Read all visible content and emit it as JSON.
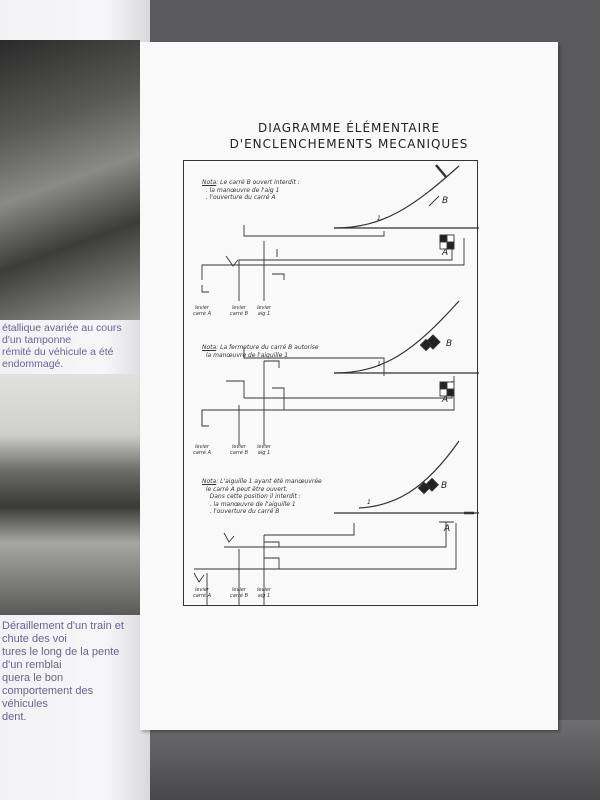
{
  "left_page": {
    "caption_top": [
      "étallique avariée au cours d'un tamponne",
      "rémité du véhicule a été endommagé."
    ],
    "caption_bottom": [
      "Déraillement d'un train et chute des voi",
      "tures le long de la pente d'un remblai",
      "quera le bon comportement des véhicules",
      "dent."
    ]
  },
  "right_page": {
    "title_line1": "DIAGRAMME ÉLÉMENTAIRE",
    "title_line2": "D'ENCLENCHEMENTS MECANIQUES",
    "panels": [
      {
        "note_label": "Nota",
        "note_text": ": Le carré B ouvert interdit :\n  . la manœuvre de l'aig 1\n  . l'ouverture du carré A",
        "switch": "1",
        "signal_a": "A",
        "signal_b": "B",
        "levers": [
          "levier\ncarré A",
          "levier\ncarré B",
          "levier\naig 1"
        ]
      },
      {
        "note_label": "Nota",
        "note_text": ": La fermeture du carré B autorise\n  la manœuvre de l'aiguille 1",
        "switch": "1",
        "signal_a": "A",
        "signal_b": "B",
        "levers": [
          "levier\ncarré A",
          "levier\ncarré B",
          "levier\naig 1"
        ]
      },
      {
        "note_label": "Nota",
        "note_text": ": L'aiguille 1 ayant été manœuvrée\n  le carré A peut être ouvert.\n    Dans cette position il interdit :\n    . la manœuvre de l'aiguille 1\n    . l'ouverture du carré B",
        "switch": "1",
        "signal_a": "A",
        "signal_b": "B",
        "levers": [
          "levier\ncarré A",
          "levier\ncarré B",
          "levier\naig 1"
        ]
      }
    ]
  }
}
